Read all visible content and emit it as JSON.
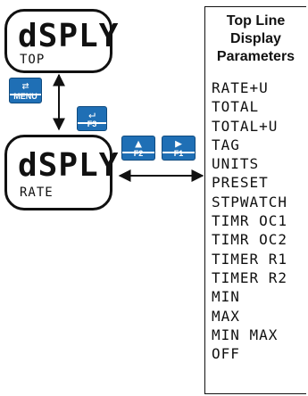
{
  "displays": {
    "top": {
      "main": "dSPLY",
      "sub": "TOP"
    },
    "rate": {
      "main": "dSPLY",
      "sub": "RATE"
    }
  },
  "keys": {
    "menu": {
      "label": "MENU",
      "icon": "cycle-arrows-icon"
    },
    "f3": {
      "label": "F3",
      "icon": "enter-return-icon"
    },
    "f2": {
      "label": "F2",
      "icon": "up-triangle-icon"
    },
    "f1": {
      "label": "F1",
      "icon": "right-triangle-icon"
    }
  },
  "panel": {
    "title_line1": "Top Line",
    "title_line2": "Display",
    "title_line3": "Parameters",
    "items": [
      "RATE+U",
      "TOTAL",
      "TOTAL+U",
      "TAG",
      "UNITS",
      "PRESET",
      "STPWATCH",
      "TIMR OC1",
      "TIMR OC2",
      "TIMER R1",
      "TIMER R2",
      "MIN",
      "MAX",
      "MIN MAX",
      "OFF"
    ]
  },
  "colors": {
    "key_blue": "#1f6fb5",
    "line": "#111111"
  }
}
